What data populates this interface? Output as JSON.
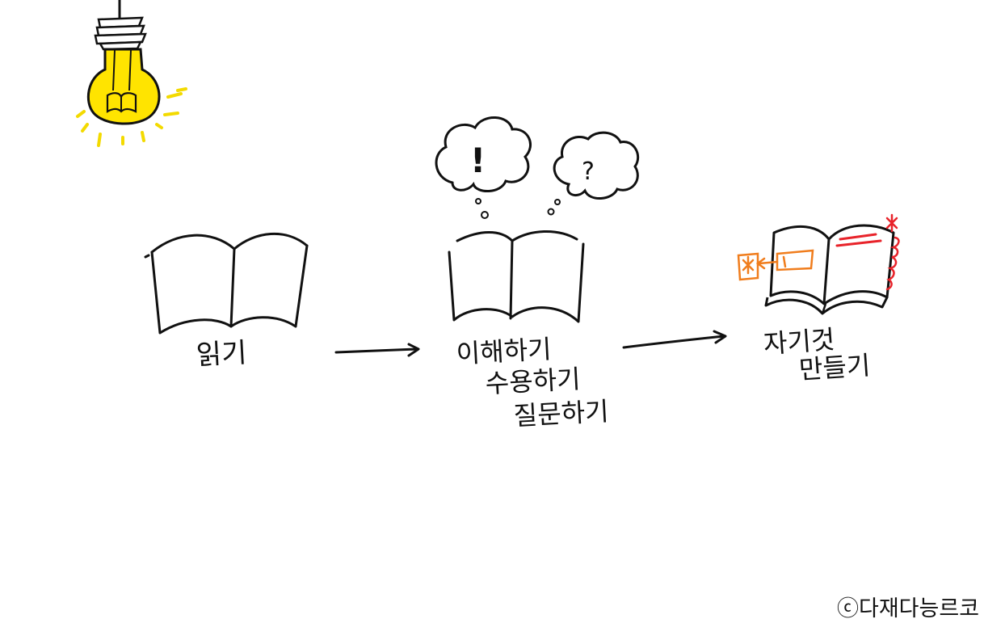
{
  "steps": [
    {
      "lines": [
        "읽기"
      ]
    },
    {
      "lines": [
        "이해하기",
        "수용하기",
        "질문하기"
      ]
    },
    {
      "lines": [
        "자기것",
        "만들기"
      ]
    }
  ],
  "thought_bubbles": {
    "exclaim": "!",
    "question": "?"
  },
  "copyright": "ⓒ다재다능르코",
  "icons": {
    "lightbulb": "lightbulb-icon",
    "book": "open-book-icon",
    "arrow": "right-arrow-icon"
  },
  "colors": {
    "ink": "#111111",
    "bulb": "#ffe400",
    "bulb_rays": "#f3da00",
    "highlight_red": "#e8232a",
    "highlight_orange": "#f07d1d"
  }
}
